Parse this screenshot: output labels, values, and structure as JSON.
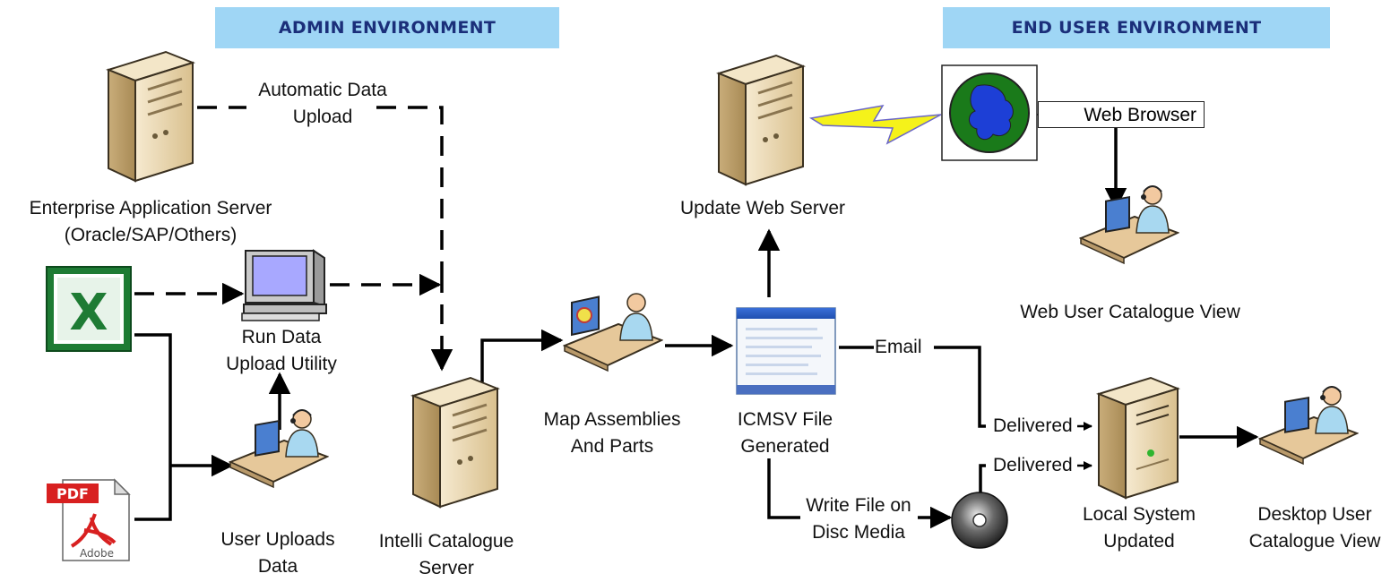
{
  "banners": {
    "admin": "ADMIN ENVIRONMENT",
    "end_user": "END USER ENVIRONMENT"
  },
  "nodes": {
    "enterprise_server": "Enterprise Application Server\n(Oracle/SAP/Others)",
    "run_upload": "Run Data\nUpload Utility",
    "user_uploads": "User Uploads\nData",
    "intelli_server": "Intelli Catalogue\nServer",
    "map_assemblies": "Map Assemblies\nAnd Parts",
    "icmsv_file": "ICMSV File\nGenerated",
    "update_web": "Update Web Server",
    "web_browser": "Web Browser",
    "web_user_view": "Web User Catalogue View",
    "local_system": "Local System\nUpdated",
    "desktop_view": "Desktop User\nCatalogue View"
  },
  "edges": {
    "auto_upload": "Automatic Data\nUpload",
    "email": "Email",
    "delivered_1": "Delivered",
    "delivered_2": "Delivered",
    "write_disc": "Write File on\nDisc Media"
  },
  "icons": {
    "excel": "excel-file-icon",
    "pdf": "pdf-file-icon",
    "pdf_badge": "PDF",
    "pdf_brand": "Adobe"
  },
  "colors": {
    "banner_bg": "#9fd6f5",
    "banner_text": "#1b2f7a",
    "server_body": "#eedcb8",
    "globe_land": "#1a7a1a",
    "globe_water": "#1d3fd6",
    "lightning": "#f5f21a"
  }
}
